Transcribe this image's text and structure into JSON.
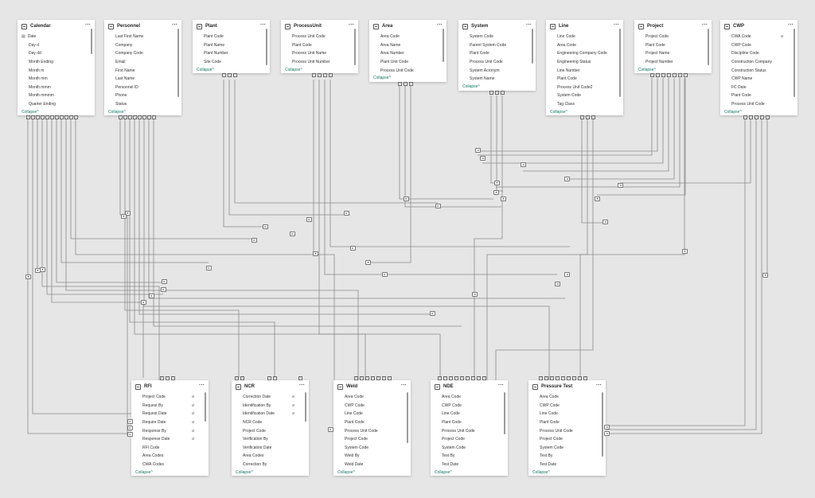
{
  "tables": [
    {
      "name": "Calendar",
      "fields": [
        "Date",
        "Day d",
        "Day dd",
        "Month Ending",
        "Month m",
        "Month mm",
        "Month mmm",
        "Month mmmm",
        "Quarter Ending"
      ],
      "collapse_label": "Collapse"
    },
    {
      "name": "Personnel",
      "fields": [
        "Last First Name",
        "Company",
        "Company Code",
        "Email",
        "First Name",
        "Last Name",
        "Personnel ID",
        "Phone",
        "Status"
      ],
      "collapse_label": "Collapse"
    },
    {
      "name": "Plant",
      "fields": [
        "Plant Code",
        "Plant Name",
        "Plant Number",
        "Site Code"
      ],
      "collapse_label": "Collapse"
    },
    {
      "name": "ProcessUnit",
      "fields": [
        "Process Unit Code",
        "Plant Code",
        "Process Unit Name",
        "Process Unit Number"
      ],
      "collapse_label": "Collapse"
    },
    {
      "name": "Area",
      "fields": [
        "Area Code",
        "Area Name",
        "Area Number",
        "Plant Unit Code",
        "Process Unit Code"
      ],
      "collapse_label": "Collapse"
    },
    {
      "name": "System",
      "fields": [
        "System Code",
        "Parent System Code",
        "Plant Code",
        "Process Unit Code",
        "System Acronym",
        "System Name"
      ],
      "collapse_label": "Collapse"
    },
    {
      "name": "Line",
      "fields": [
        "Line Code",
        "Area Code",
        "Engineering Company Code",
        "Engineering Status",
        "Line Number",
        "Plant Code",
        "Process Unit Code2",
        "System Code",
        "Tag Class"
      ],
      "collapse_label": "Collapse"
    },
    {
      "name": "Project",
      "fields": [
        "Project Code",
        "Plant Code",
        "Project Name",
        "Project Number"
      ],
      "collapse_label": "Collapse"
    },
    {
      "name": "CWP",
      "fields": [
        "CWA Code",
        "CWP Code",
        "Discipline Code",
        "Construction Company",
        "Construction Status",
        "CWP Name",
        "FC Date",
        "Plant Code",
        "Process Unit Code"
      ],
      "collapse_label": "Collapse"
    },
    {
      "name": "RFI",
      "fields": [
        "Project Code",
        "Request By",
        "Request Date",
        "Require Date",
        "Response By",
        "Response Date",
        "RFI Code",
        "Area Codes",
        "CWA Codes"
      ],
      "collapse_label": "Collapse"
    },
    {
      "name": "NCR",
      "fields": [
        "Correction Date",
        "Identification By",
        "Identification Date",
        "NCR Code",
        "Project Code",
        "Verification By",
        "Verification Date",
        "Area Codes",
        "Correction By"
      ],
      "collapse_label": "Collapse"
    },
    {
      "name": "Weld",
      "fields": [
        "Area Code",
        "CWP Code",
        "Line Code",
        "Plant Code",
        "Process Unit Code",
        "Project Code",
        "System Code",
        "Weld By",
        "Weld Date"
      ],
      "collapse_label": "Collapse"
    },
    {
      "name": "NDE",
      "fields": [
        "Area Code",
        "CWP Code",
        "Line Code",
        "Plant Code",
        "Process Unit Code",
        "Project Code",
        "System Code",
        "Test By",
        "Test Date"
      ],
      "collapse_label": "Collapse"
    },
    {
      "name": "Pressure Test",
      "fields": [
        "Area Code",
        "CWP Code",
        "Line Code",
        "Plant Code",
        "Process Unit Code",
        "Project Code",
        "System Code",
        "Test By",
        "Test Date"
      ],
      "collapse_label": "Collapse"
    }
  ],
  "icons": {
    "table": "table-icon",
    "more": "more-options-icon",
    "hidden": "hidden-eye-icon",
    "collapse": "chevron-up-icon",
    "date": "calendar-icon"
  },
  "colors": {
    "canvas": "#e6e6e6",
    "card": "#ffffff",
    "line": "#8a8a8a",
    "collapse": "#117865"
  }
}
